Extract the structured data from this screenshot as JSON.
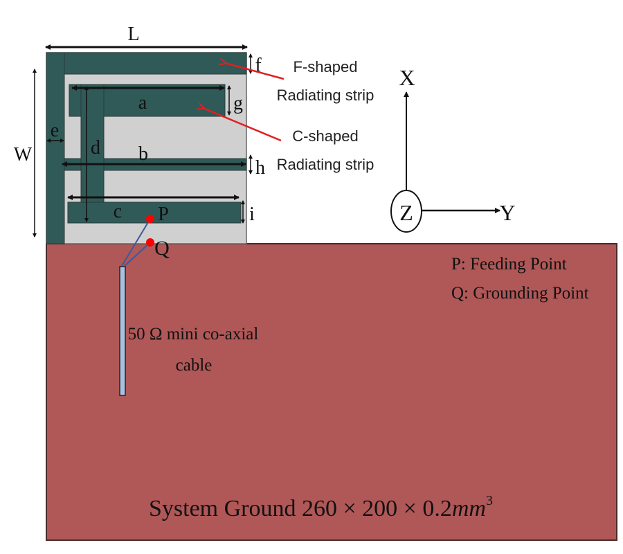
{
  "colors": {
    "radiator": "#2f5a58",
    "substrate": "#d0d0d0",
    "ground": "#b05757",
    "cable": "#a9c2e0",
    "feed_point": "#ff0000",
    "callout_arrow": "#e02020",
    "wire": "#3a5a9a"
  },
  "dimensions": {
    "L": "L",
    "W": "W",
    "a": "a",
    "b": "b",
    "c": "c",
    "d": "d",
    "e": "e",
    "f": "f",
    "g": "g",
    "h": "h",
    "i": "i"
  },
  "points": {
    "P": "P",
    "Q": "Q"
  },
  "callouts": {
    "f_shaped_line1": "F-shaped",
    "f_shaped_line2": "Radiating strip",
    "c_shaped_line1": "C-shaped",
    "c_shaped_line2": "Radiating strip"
  },
  "axes": {
    "x": "X",
    "y": "Y",
    "z": "Z"
  },
  "legend": {
    "p": "P: Feeding Point",
    "q": "Q: Grounding Point"
  },
  "cable": {
    "line1": "50 Ω mini co-axial",
    "line2": "cable"
  },
  "ground": {
    "label": "System Ground 260 × 200 × 0.2",
    "unit": "mm",
    "exponent": "3"
  }
}
